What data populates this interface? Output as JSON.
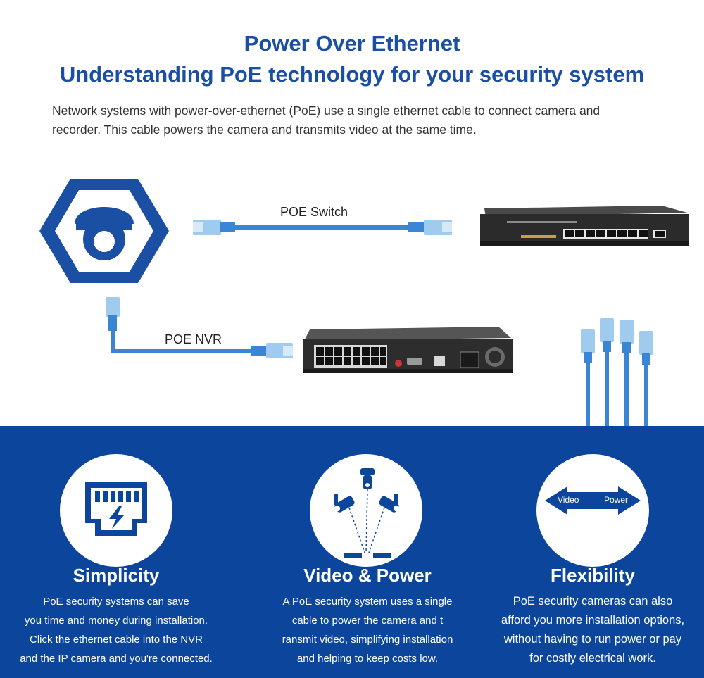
{
  "header": {
    "title": "Power Over Ethernet",
    "subtitle": "Understanding PoE technology for your security system",
    "intro_lines": [
      "Network systems with power-over-ethernet (PoE) use a single ethernet cable to connect camera and",
      "recorder. This cable powers the camera and transmits video at the same time."
    ]
  },
  "diagram": {
    "switch_label": "POE Switch",
    "nvr_label": "POE NVR"
  },
  "colors": {
    "brand_blue": "#1a4fa3",
    "panel_blue": "#0c469c",
    "cable_blue": "#3a86d4"
  },
  "features": [
    {
      "icon": "ethernet-port-icon",
      "title": "Simplicity",
      "lines": [
        "PoE security systems can save",
        "you time and money during installation.",
        "Click the ethernet cable into the NVR",
        "and the IP camera and you're connected."
      ]
    },
    {
      "icon": "cameras-network-icon",
      "title": "Video & Power",
      "lines": [
        "A PoE security system uses a single",
        "cable to power the camera and t",
        "ransmit video, simplifying installation",
        "and helping to keep costs low."
      ]
    },
    {
      "icon": "double-arrow-icon",
      "title": "Flexibility",
      "arrow_left": "Video",
      "arrow_right": "Power",
      "lines": [
        "PoE security cameras can also",
        "afford you more installation options,",
        "without having to run power or pay",
        "for costly electrical work."
      ]
    }
  ]
}
